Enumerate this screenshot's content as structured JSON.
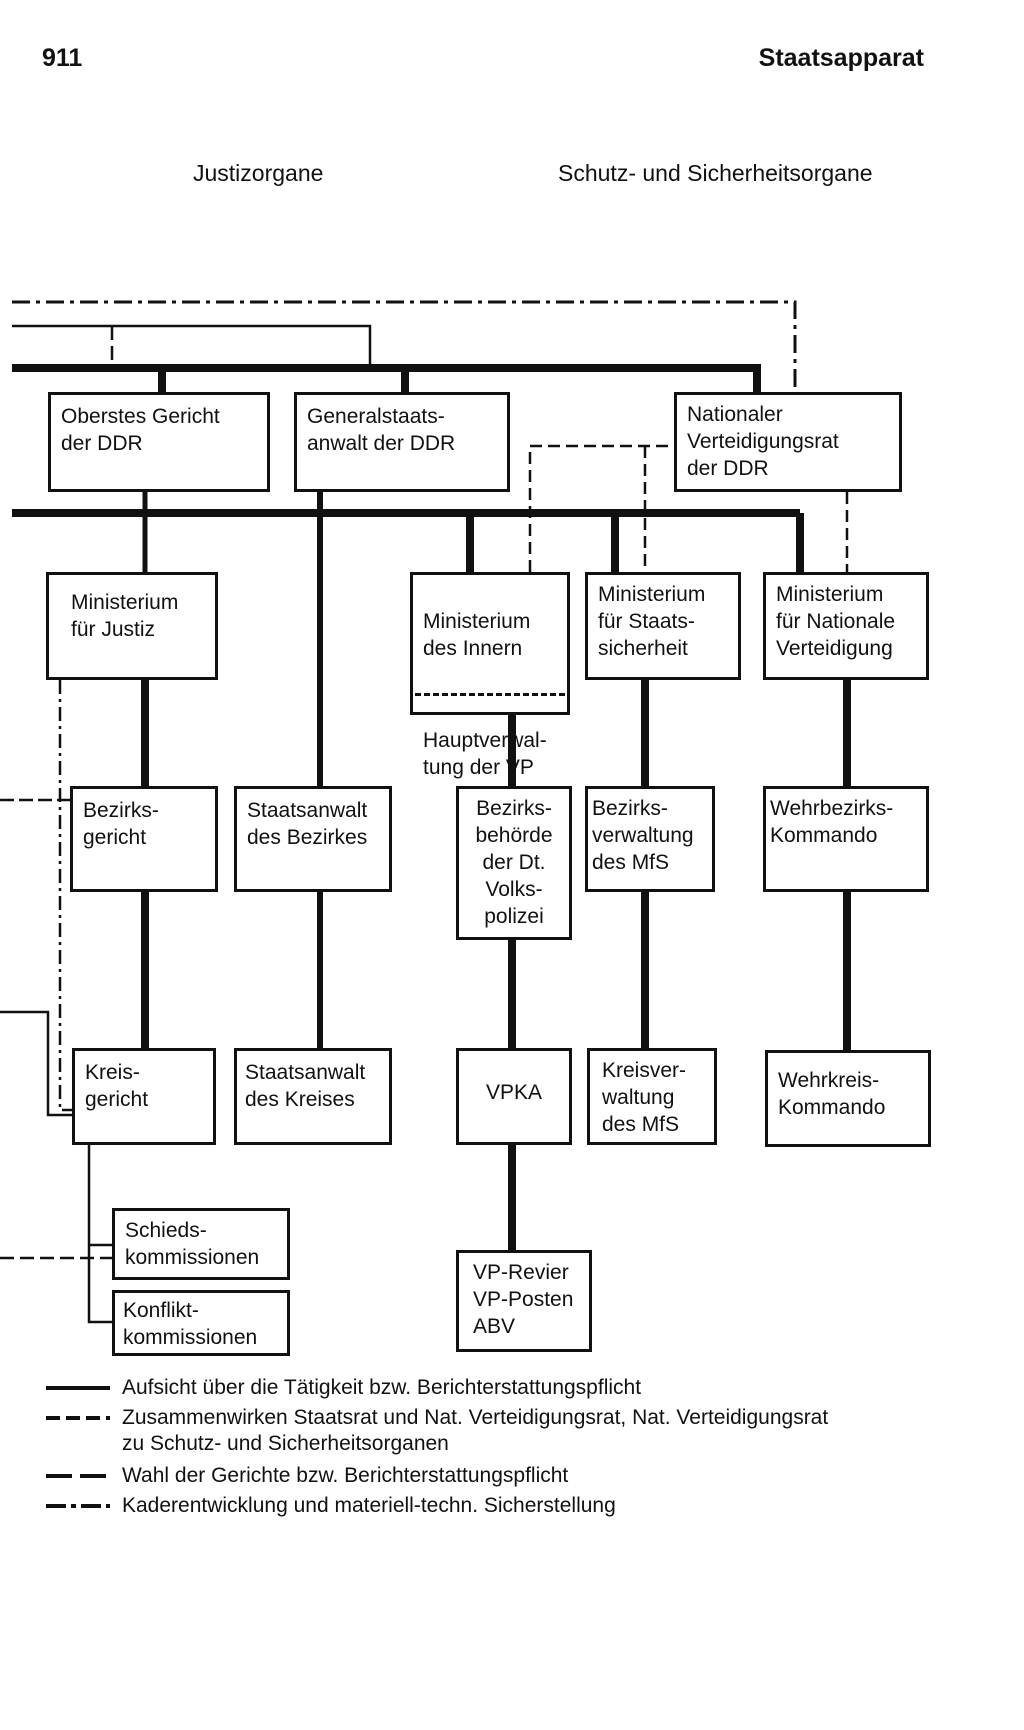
{
  "header": {
    "page_number": "911",
    "title": "Staatsapparat"
  },
  "sections": {
    "left": "Justizorgane",
    "right": "Schutz- und Sicherheitsorgane"
  },
  "nodes": {
    "oberstes_gericht": "Oberstes Gericht\nder DDR",
    "generalstaatsanwalt": "Generalstaats-\nanwalt der DDR",
    "verteidigungsrat": "Nationaler\nVerteidigungsrat\nder DDR",
    "min_justiz": "Ministerium\nfür Justiz",
    "min_innern_top": "Ministerium\ndes Innern",
    "min_innern_bottom": "Hauptverwal-\ntung der VP",
    "min_stasi": "Ministerium\nfür Staats-\nsicherheit",
    "min_nva": "Ministerium\nfür Nationale\nVerteidigung",
    "bezirksgericht": "Bezirks-\ngericht",
    "staatsanwalt_bezirk": "Staatsanwalt\ndes Bezirkes",
    "bezirksbehoerde_vp": "Bezirks-\nbehörde\nder Dt.\nVolks-\npolizei",
    "bezirksverwaltung_mfs": "Bezirks-\nverwaltung\ndes MfS",
    "wehrbezirkskommando": "Wehrbezirks-\nKommando",
    "kreisgericht": "Kreis-\ngericht",
    "staatsanwalt_kreis": "Staatsanwalt\ndes Kreises",
    "vpka": "VPKA",
    "kreisverwaltung_mfs": "Kreisver-\nwaltung\ndes MfS",
    "wehrkreiskommando": "Wehrkreis-\nKommando",
    "schiedskommissionen": "Schieds-\nkommissionen",
    "konfliktkommissionen": "Konflikt-\nkommissionen",
    "vp_revier": "VP-Revier\nVP-Posten\nABV"
  },
  "legend": [
    {
      "style": "solid",
      "text": "Aufsicht  über  die  Tätigkeit  bzw. Berichterstattungspflicht"
    },
    {
      "style": "dashed",
      "text": "Zusammenwirken Staatsrat und Nat. Verteidigungsrat, Nat. Verteidigungsrat"
    },
    {
      "style": "none",
      "text": "zu Schutz- und Sicherheitsorganen"
    },
    {
      "style": "longdash",
      "text": "Wahl der Gerichte bzw. Berichterstattungspflicht"
    },
    {
      "style": "dashdot",
      "text": "Kaderentwicklung   und   materiell-techn. Sicherstellung"
    }
  ]
}
